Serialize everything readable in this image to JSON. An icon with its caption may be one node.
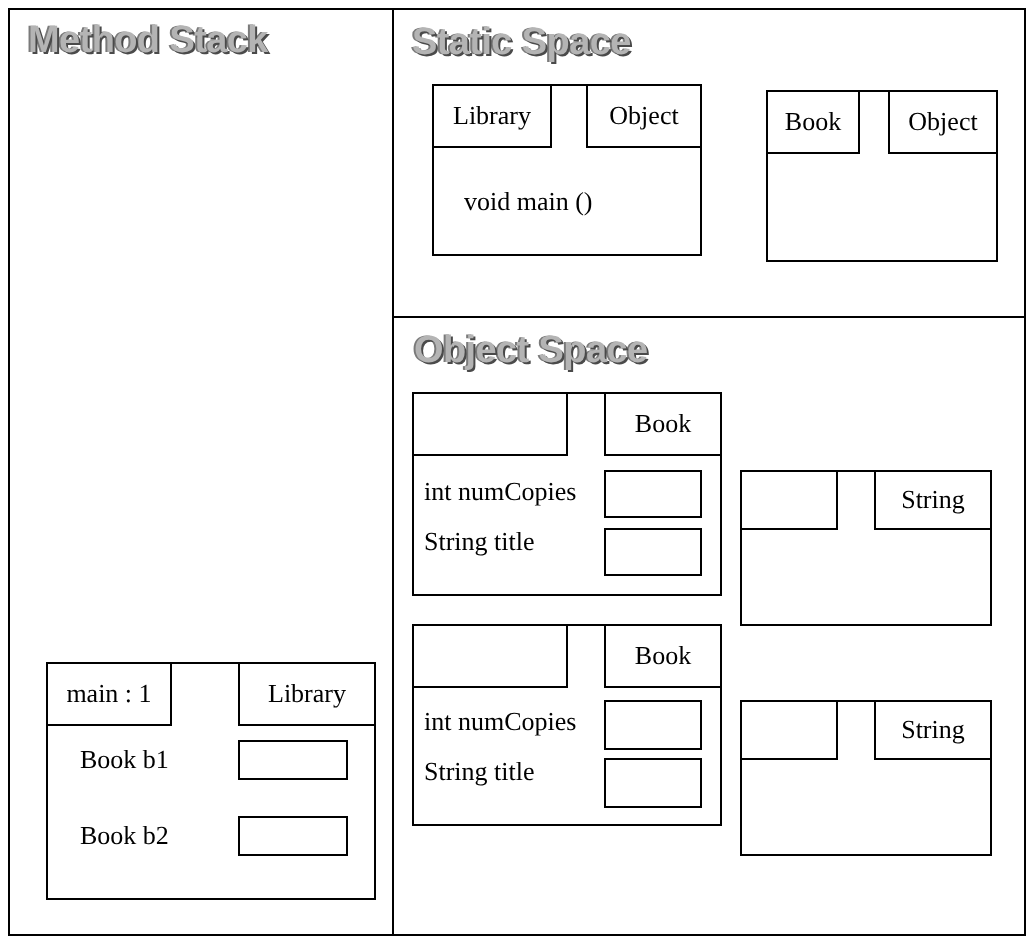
{
  "diagram": {
    "nodes": [
      {
        "text": [
          "Method Stack"
        ]
      },
      {
        "text": [
          "Book b1",
          "Book b2"
        ],
        "in": 0
      },
      {
        "text": [
          "main : 1"
        ],
        "in": 1
      },
      {
        "text": [
          "Library"
        ],
        "in": 1
      },
      {
        "text": [],
        "shape": "box",
        "in": 1
      },
      {
        "text": [],
        "shape": "box",
        "in": 1
      },
      {
        "text": [
          "Static Space"
        ]
      },
      {
        "text": [
          "void main ()"
        ],
        "in": 6
      },
      {
        "text": [
          "Library"
        ],
        "in": 7
      },
      {
        "text": [
          "Object"
        ],
        "in": 7
      },
      {
        "text": [],
        "shape": "box",
        "in": 6
      },
      {
        "text": [
          "Book"
        ],
        "in": 10
      },
      {
        "text": [
          "Object"
        ],
        "in": 10
      },
      {
        "text": [
          "Object Space"
        ]
      },
      {
        "text": [
          "int numCopies",
          "String title"
        ],
        "in": 13
      },
      {
        "text": [],
        "shape": "box",
        "in": 14
      },
      {
        "text": [
          "Book"
        ],
        "in": 14
      },
      {
        "text": [],
        "shape": "box",
        "in": 14
      },
      {
        "text": [],
        "shape": "box",
        "in": 14
      },
      {
        "text": [],
        "shape": "box",
        "in": 13
      },
      {
        "text": [],
        "shape": "box",
        "in": 19
      },
      {
        "text": [
          "String"
        ],
        "in": 19
      },
      {
        "text": [
          "int numCopies",
          "String title"
        ],
        "in": 13
      },
      {
        "text": [],
        "shape": "box",
        "in": 22
      },
      {
        "text": [
          "Book"
        ],
        "in": 22
      },
      {
        "text": [],
        "shape": "box",
        "in": 22
      },
      {
        "text": [],
        "shape": "box",
        "in": 22
      },
      {
        "text": [],
        "shape": "box",
        "in": 13
      },
      {
        "text": [],
        "shape": "box",
        "in": 27
      },
      {
        "text": [
          "String"
        ],
        "in": 27
      }
    ]
  }
}
